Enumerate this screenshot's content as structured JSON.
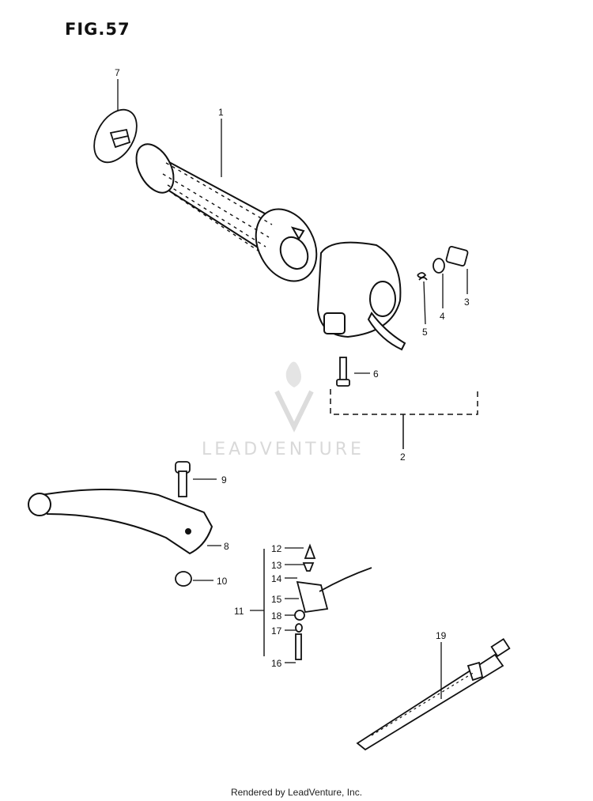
{
  "figure_label": "FIG.57",
  "watermark": "LEADVENTURE",
  "footer": "Rendered by LeadVenture, Inc.",
  "callouts": [
    {
      "id": "c1",
      "label": "1"
    },
    {
      "id": "c2",
      "label": "2"
    },
    {
      "id": "c3",
      "label": "3"
    },
    {
      "id": "c4",
      "label": "4"
    },
    {
      "id": "c5",
      "label": "5"
    },
    {
      "id": "c6",
      "label": "6"
    },
    {
      "id": "c7",
      "label": "7"
    },
    {
      "id": "c8",
      "label": "8"
    },
    {
      "id": "c9",
      "label": "9"
    },
    {
      "id": "c10",
      "label": "10"
    },
    {
      "id": "c11",
      "label": "11"
    },
    {
      "id": "c12",
      "label": "12"
    },
    {
      "id": "c13",
      "label": "13"
    },
    {
      "id": "c14",
      "label": "14"
    },
    {
      "id": "c15",
      "label": "15"
    },
    {
      "id": "c16",
      "label": "16"
    },
    {
      "id": "c17",
      "label": "17"
    },
    {
      "id": "c18",
      "label": "18"
    },
    {
      "id": "c19",
      "label": "19"
    }
  ]
}
